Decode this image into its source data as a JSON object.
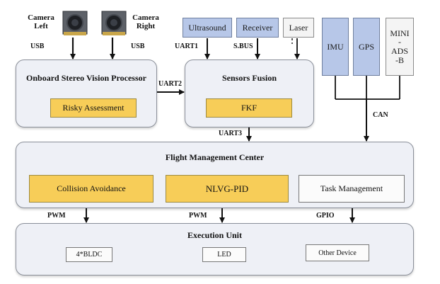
{
  "cameras": {
    "left_label": "Camera\nLeft",
    "right_label": "Camera\nRight",
    "left_bus": "USB",
    "right_bus": "USB"
  },
  "sensors": {
    "ultrasound": "Ultrasound",
    "receiver": "Receiver",
    "laser": "Laser",
    "imu": "IMU",
    "gps": "GPS",
    "mini_ads_b": "MINI\n-\nADS\n-B"
  },
  "buses": {
    "uart1": "UART1",
    "sbus": "S.BUS",
    "uart2": "UART2",
    "uart3": "UART3",
    "can": "CAN",
    "pwm_left": "PWM",
    "pwm_mid": "PWM",
    "gpio": "GPIO"
  },
  "stereo": {
    "title": "Onboard Stereo Vision Processor",
    "inner": "Risky Assessment"
  },
  "fusion": {
    "title": "Sensors Fusion",
    "inner": "FKF"
  },
  "fmc": {
    "title": "Flight Management Center",
    "collision": "Collision Avoidance",
    "nlvg": "NLVG-PID",
    "task": "Task Management"
  },
  "exec": {
    "title": "Execution Unit",
    "bldc": "4*BLDC",
    "led": "LED",
    "other": "Other Device"
  },
  "colors": {
    "panel": "#eef0f6",
    "sensor_blue": "#b7c7e8",
    "module_yellow": "#f7cd58"
  }
}
